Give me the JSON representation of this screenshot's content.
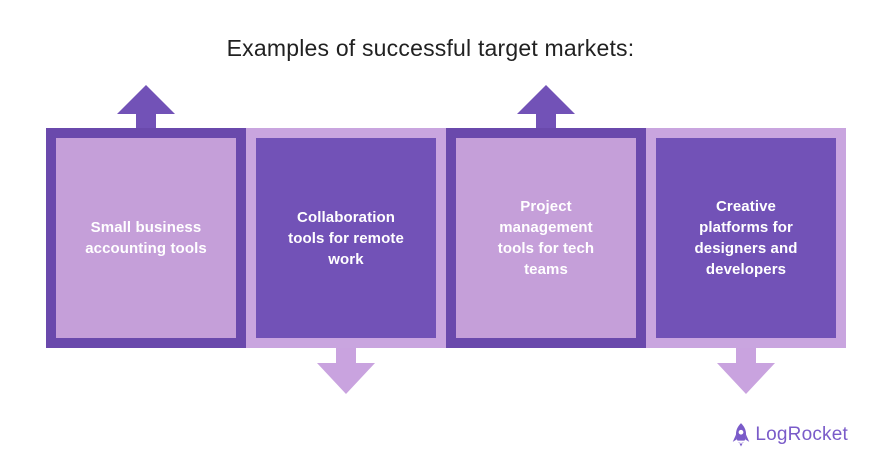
{
  "title": "Examples of successful target markets:",
  "diagram": {
    "boxes": [
      {
        "label": "Small business\naccounting tools",
        "variant": "light",
        "arrow": "up"
      },
      {
        "label": "Collaboration\ntools for remote\nwork",
        "variant": "dark",
        "arrow": "down"
      },
      {
        "label": "Project\nmanagement\ntools for tech\nteams",
        "variant": "light",
        "arrow": "up"
      },
      {
        "label": "Creative\nplatforms for\ndesigners and\ndevelopers",
        "variant": "dark",
        "arrow": "down"
      }
    ]
  },
  "logo": {
    "text": "LogRocket",
    "icon": "rocket-icon"
  },
  "colors": {
    "dark-border": "#6A49AC",
    "dark-fill": "#7252B7",
    "light-border": "#C9A5DF",
    "light-fill": "#C59FD9",
    "up-arrow": "#7252B7",
    "down-arrow": "#C9A3DF",
    "title-text": "#212121",
    "box-text": "#FFFFFF",
    "logo-purple": "#7A5BC9"
  }
}
